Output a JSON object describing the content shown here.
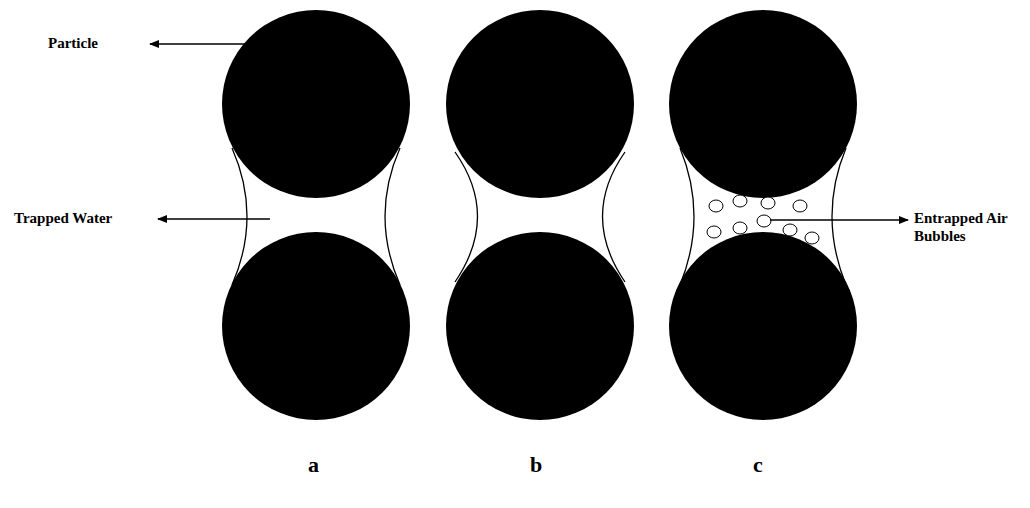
{
  "diagram": {
    "labels": [
      "Particle",
      "Trapped Water",
      "Entrapped Air Bubbles",
      "a",
      "b",
      "c"
    ]
  }
}
